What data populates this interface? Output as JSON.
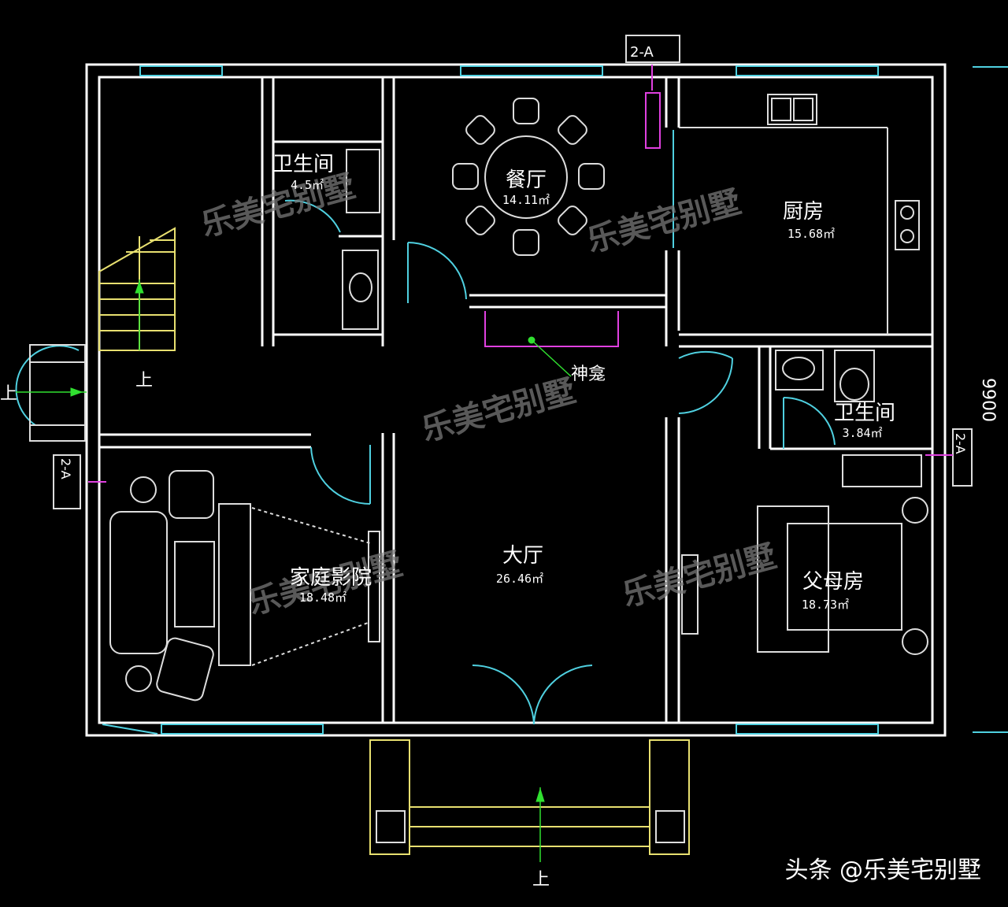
{
  "rooms": {
    "bath1": {
      "name": "卫生间",
      "area": "4.5㎡"
    },
    "dining": {
      "name": "餐厅",
      "area": "14.11㎡"
    },
    "kitchen": {
      "name": "厨房",
      "area": "15.68㎡"
    },
    "shrine": {
      "name": "神龛"
    },
    "bath2": {
      "name": "卫生间",
      "area": "3.84㎡"
    },
    "theater": {
      "name": "家庭影院",
      "area": "18.48㎡"
    },
    "hall": {
      "name": "大厅",
      "area": "26.46㎡"
    },
    "parents": {
      "name": "父母房",
      "area": "18.73㎡"
    }
  },
  "labels": {
    "up_stair": "上",
    "up_left": "上",
    "up_bottom": "上",
    "dimension": "9900",
    "section_top": "2-A",
    "section_left": "2-A",
    "section_right": "2-A"
  },
  "watermark": "乐美宅别墅",
  "footer": "头条 @乐美宅别墅"
}
